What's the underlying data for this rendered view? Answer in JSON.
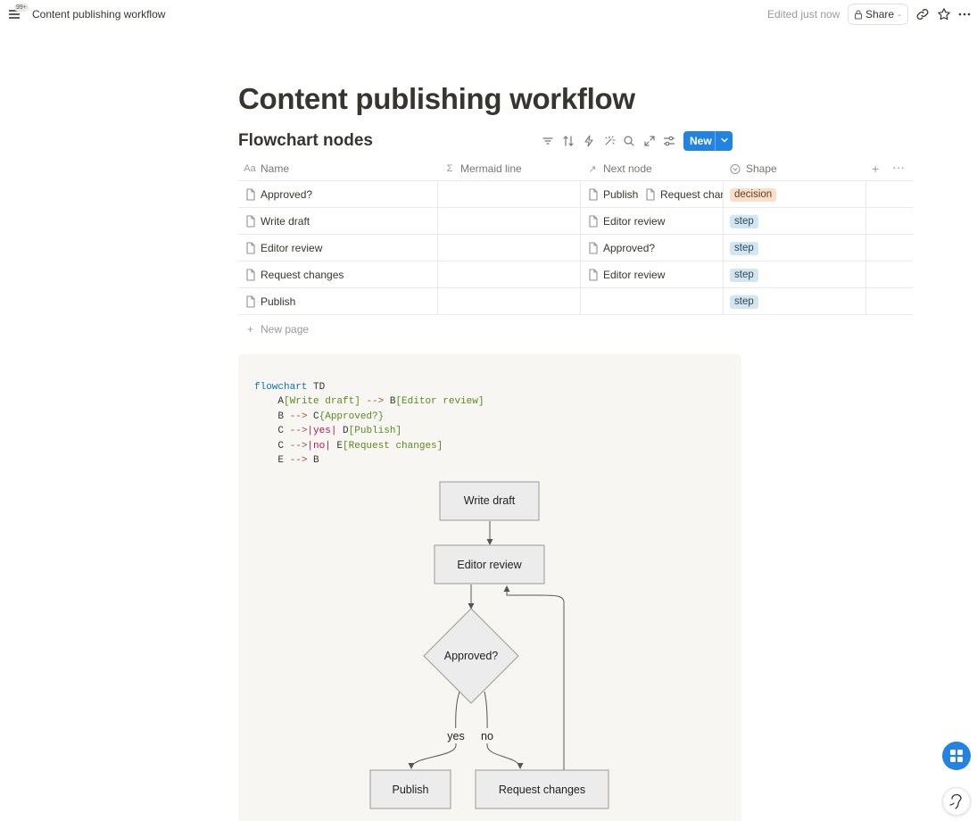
{
  "topbar": {
    "notification_badge": "99+",
    "title": "Content publishing workflow",
    "edited": "Edited just now",
    "share_label": "Share"
  },
  "page": {
    "title": "Content publishing workflow"
  },
  "database": {
    "title": "Flowchart nodes",
    "new_button": "New",
    "columns": [
      {
        "label": "Name",
        "icon": "text-icon"
      },
      {
        "label": "Mermaid line",
        "icon": "formula-icon"
      },
      {
        "label": "Next node",
        "icon": "relation-icon"
      },
      {
        "label": "Shape",
        "icon": "select-icon"
      }
    ],
    "rows": [
      {
        "name": "Approved?",
        "next": [
          "Publish",
          "Request changes"
        ],
        "shape": "decision"
      },
      {
        "name": "Write draft",
        "next": [
          "Editor review"
        ],
        "shape": "step"
      },
      {
        "name": "Editor review",
        "next": [
          "Approved?"
        ],
        "shape": "step"
      },
      {
        "name": "Request changes",
        "next": [
          "Editor review"
        ],
        "shape": "step"
      },
      {
        "name": "Publish",
        "next": [],
        "shape": "step"
      }
    ],
    "new_page_label": "New page"
  },
  "code": {
    "line1_kw": "flowchart",
    "line1_rest": " TD",
    "line2": [
      "A",
      "[Write draft]",
      " -->",
      " B",
      "[Editor review]"
    ],
    "line3": [
      "B",
      " -->",
      " C",
      "{Approved?}"
    ],
    "line4": [
      "C",
      " -->",
      "|yes|",
      " D",
      "[Publish]"
    ],
    "line5": [
      "C",
      " -->",
      "|no|",
      " E",
      "[Request changes]"
    ],
    "line6": [
      "E",
      " -->",
      " B"
    ]
  },
  "diagram": {
    "nodes": {
      "write_draft": "Write draft",
      "editor_review": "Editor review",
      "approved": "Approved?",
      "publish": "Publish",
      "request_changes": "Request changes"
    },
    "edge_yes": "yes",
    "edge_no": "no"
  },
  "colors": {
    "accent": "#2383e2",
    "decision_tag": "#fadec9",
    "step_tag": "#d3e5ef",
    "code_bg": "#f7f6f3"
  }
}
